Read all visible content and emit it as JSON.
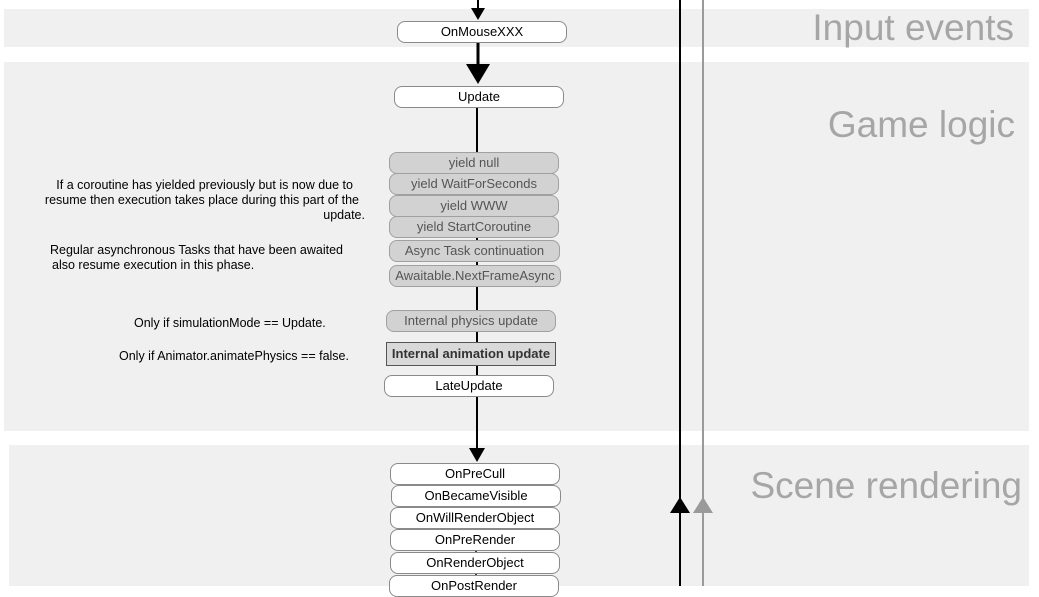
{
  "sections": {
    "input_events": "Input events",
    "game_logic": "Game logic",
    "scene_rendering": "Scene rendering"
  },
  "nodes": {
    "on_mouse": "OnMouseXXX",
    "update": "Update",
    "yield_null": "yield null",
    "yield_wait": "yield WaitForSeconds",
    "yield_www": "yield WWW",
    "yield_start": "yield StartCoroutine",
    "async_task": "Async Task continuation",
    "awaitable": "Awaitable.NextFrameAsync",
    "physics": "Internal physics update",
    "animation": "Internal animation update",
    "late_update": "LateUpdate",
    "on_pre_cull": "OnPreCull",
    "on_became_visible": "OnBecameVisible",
    "on_will_render": "OnWillRenderObject",
    "on_pre_render": "OnPreRender",
    "on_render_object": "OnRenderObject",
    "on_post_render": "OnPostRender"
  },
  "notes": {
    "coroutine_line1": "If a coroutine has yielded previously but is now due to",
    "coroutine_line2": "resume then execution takes place during this part of the",
    "coroutine_line3": "update.",
    "async_line1": "Regular asynchronous Tasks that have been awaited",
    "async_line2": "also resume execution in this phase.",
    "physics": "Only if simulationMode == Update.",
    "animation": "Only if Animator.animatePhysics == false."
  },
  "colors": {
    "band": "#f0f0f0",
    "title": "#a6a6a6",
    "grey_node": "#d2d2d2",
    "flow": "#000000",
    "side_line_grey": "#9a9a9a"
  }
}
